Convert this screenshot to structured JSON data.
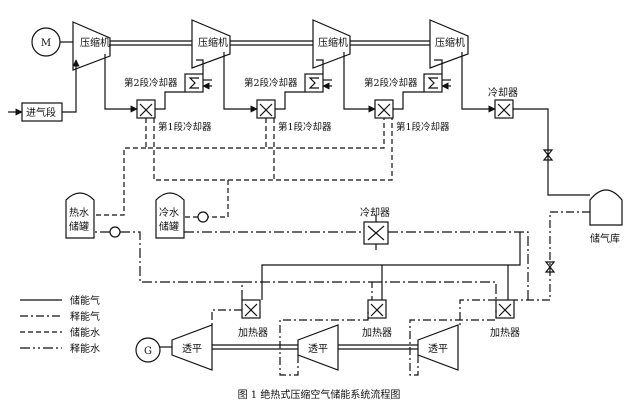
{
  "labels": {
    "motor": "M",
    "generator": "G",
    "compressor": "压缩机",
    "intake": "进气段",
    "stage2_cooler": "第2段冷却器",
    "stage1_cooler": "第1段冷却器",
    "cooler": "冷却器",
    "hot_tank_line1": "热水",
    "hot_tank_line2": "储罐",
    "cold_tank_line1": "冷水",
    "cold_tank_line2": "储罐",
    "air_store": "储气库",
    "heater": "加热器",
    "turbine": "透平"
  },
  "legend": [
    {
      "label": "储能气"
    },
    {
      "label": "释能气"
    },
    {
      "label": "储能水"
    },
    {
      "label": "释能水"
    }
  ],
  "caption": "图 1    绝热式压缩空气储能系统流程图"
}
